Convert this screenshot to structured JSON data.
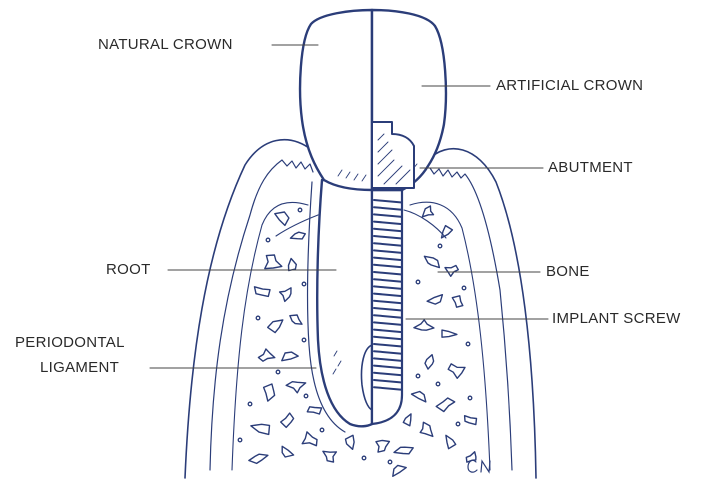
{
  "colors": {
    "ink": "#2b3d79",
    "fill": "#ffffff",
    "leader": "#444444",
    "text": "#2a2a2a"
  },
  "labels": {
    "natural_crown": "NATURAL CROWN",
    "artificial_crown": "ARTIFICIAL CROWN",
    "abutment": "ABUTMENT",
    "root": "ROOT",
    "bone": "BONE",
    "implant_screw": "IMPLANT SCREW",
    "periodontal_1": "PERIODONTAL",
    "periodontal_2": "LIGAMENT"
  },
  "signature": "CN"
}
